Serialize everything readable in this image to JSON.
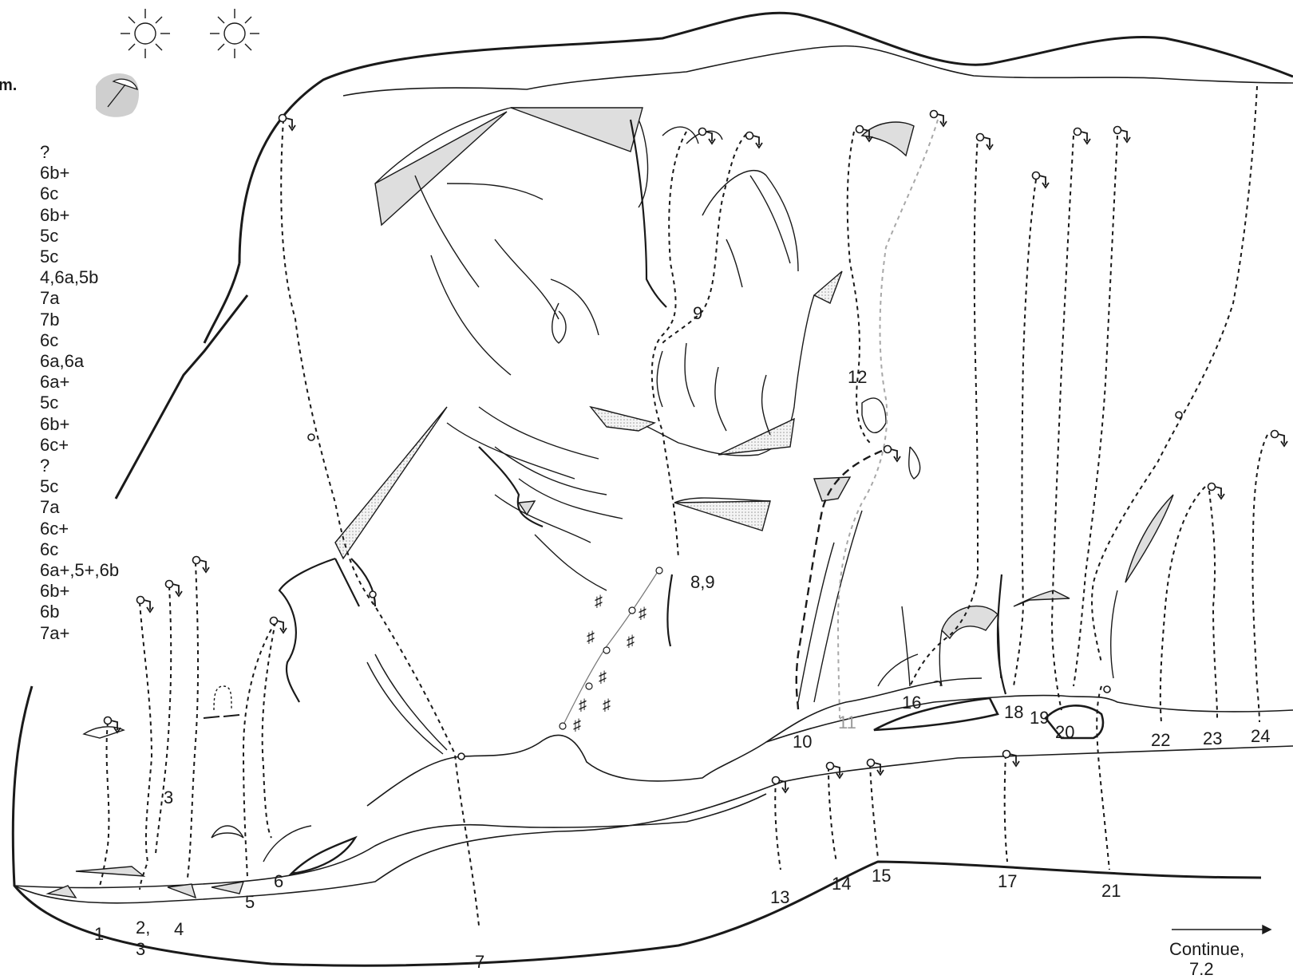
{
  "header": {
    "partial_text": "m.",
    "sun_icons": [
      "sun-icon",
      "sun-icon"
    ],
    "shade_icon": "umbrella-shade-icon"
  },
  "grades": [
    "?",
    "6b+",
    "6c",
    "6b+",
    "5c",
    "5c",
    "4,6a,5b",
    "7a",
    "7b",
    "6c",
    "6a,6a",
    "6a+",
    "5c",
    "6b+",
    "6c+",
    "?",
    "5c",
    "7a",
    "6c+",
    "6c",
    "6a+,5+,6b",
    "6b+",
    "6b",
    "7a+"
  ],
  "route_numbers": {
    "r1": "1",
    "r2_3": "2,",
    "r2_3b": "3",
    "r3": "3",
    "r4": "4",
    "r5": "5",
    "r6": "6",
    "r7": "7",
    "r8_9": "8,9",
    "r9": "9",
    "r10": "10",
    "r11": "11",
    "r12": "12",
    "r13": "13",
    "r14": "14",
    "r15": "15",
    "r16": "16",
    "r17": "17",
    "r18": "18",
    "r19": "19",
    "r20": "20",
    "r21": "21",
    "r22": "22",
    "r23": "23",
    "r24": "24"
  },
  "footer": {
    "continue_label": "Continue,",
    "continue_sub": "7.2"
  },
  "colors": {
    "line": "#1a1a1a",
    "fill_grey": "#dedede",
    "route_grey": "#a8a8a8"
  }
}
